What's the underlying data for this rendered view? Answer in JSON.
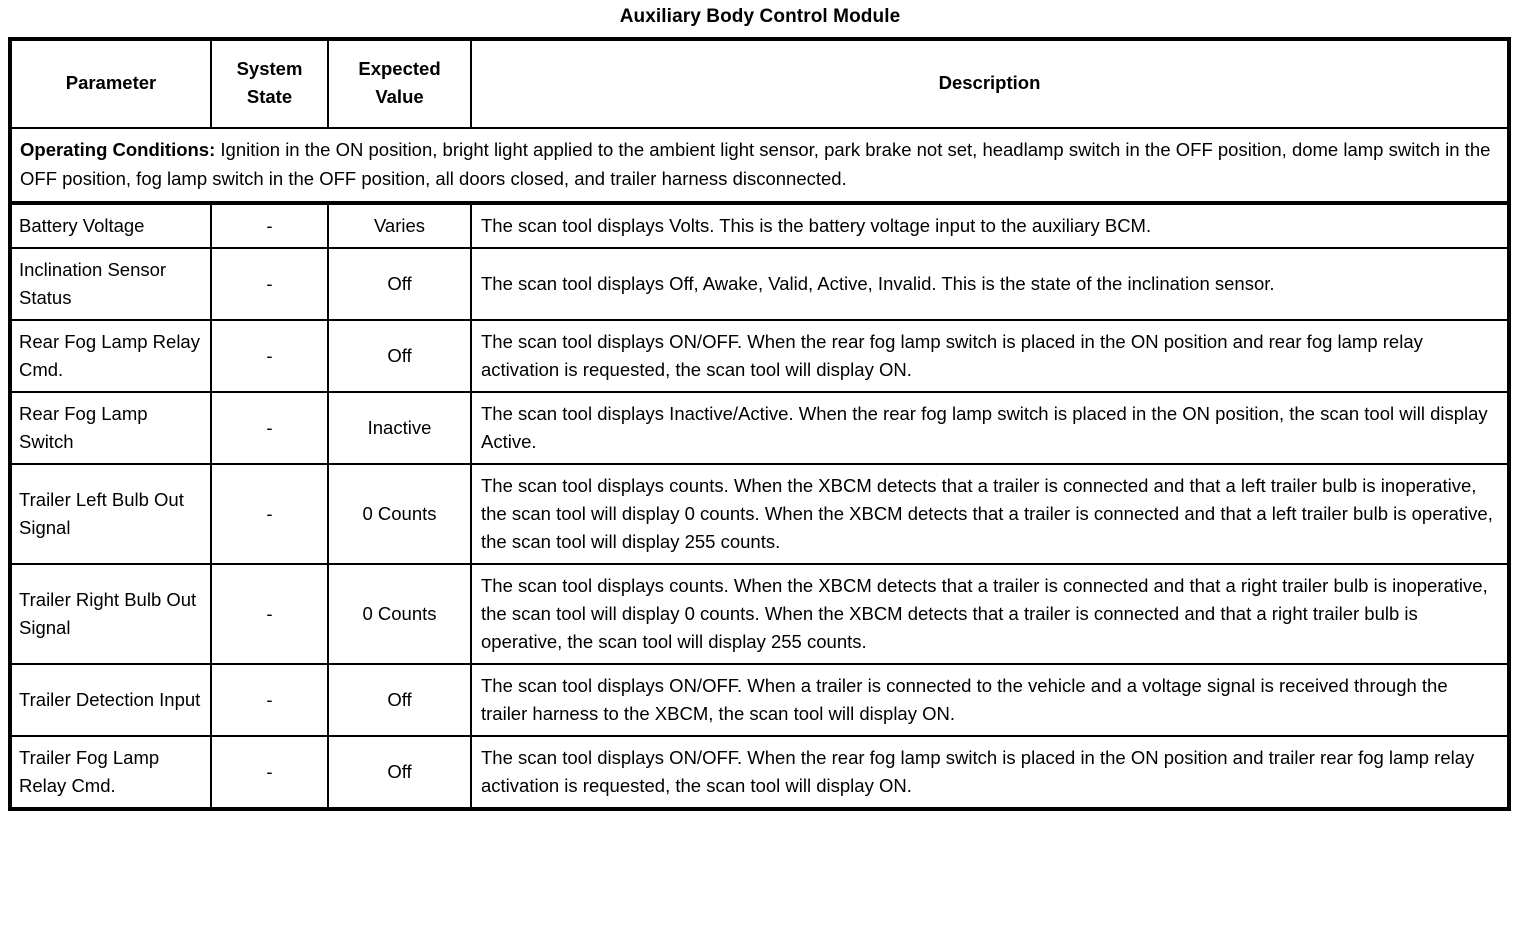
{
  "document": {
    "title": "Auxiliary Body Control Module"
  },
  "table": {
    "columns": [
      {
        "key": "parameter",
        "label": "Parameter"
      },
      {
        "key": "system_state",
        "label_line1": "System",
        "label_line2": "State"
      },
      {
        "key": "expected",
        "label_line1": "Expected",
        "label_line2": "Value"
      },
      {
        "key": "description",
        "label": "Description"
      }
    ],
    "operating_conditions": {
      "label": "Operating Conditions:",
      "text": " Ignition in the ON position, bright light applied to the ambient light sensor, park brake not set, headlamp switch in the OFF position, dome lamp switch in the OFF position, fog lamp switch in the OFF position, all doors closed, and trailer harness disconnected."
    },
    "rows": [
      {
        "parameter": "Battery Voltage",
        "system_state": "-",
        "expected_value": "Varies",
        "description": "The scan tool displays Volts. This is the battery voltage input to the auxiliary BCM."
      },
      {
        "parameter": "Inclination Sensor Status",
        "system_state": "-",
        "expected_value": "Off",
        "description": "The scan tool displays Off, Awake, Valid, Active, Invalid. This is the state of the inclination sensor."
      },
      {
        "parameter": "Rear Fog Lamp Relay Cmd.",
        "system_state": "-",
        "expected_value": "Off",
        "description": "The scan tool displays ON/OFF. When the rear fog lamp switch is placed in the ON position and rear fog lamp relay activation is requested, the scan tool will display ON."
      },
      {
        "parameter": "Rear Fog Lamp Switch",
        "system_state": "-",
        "expected_value": "Inactive",
        "description": "The scan tool displays Inactive/Active. When the rear fog lamp switch is placed in the ON position, the scan tool will display Active."
      },
      {
        "parameter": "Trailer Left Bulb Out Signal",
        "system_state": "-",
        "expected_value": "0 Counts",
        "description": "The scan tool displays counts. When the XBCM detects that a trailer is connected and that a left trailer bulb is inoperative, the scan tool will display 0 counts. When the XBCM detects that a trailer is connected and that a left trailer bulb is operative, the scan tool will display 255 counts."
      },
      {
        "parameter": "Trailer Right Bulb Out Signal",
        "system_state": "-",
        "expected_value": "0 Counts",
        "description": "The scan tool displays counts. When the XBCM detects that a trailer is connected and that a right trailer bulb is inoperative, the scan tool will display 0 counts. When the XBCM detects that a trailer is connected and that a right trailer bulb is operative, the scan tool will display 255 counts."
      },
      {
        "parameter": "Trailer Detection Input",
        "system_state": "-",
        "expected_value": "Off",
        "description": "The scan tool displays ON/OFF. When a trailer is connected to the vehicle and a voltage signal is received through the trailer harness to the XBCM, the scan tool will display ON."
      },
      {
        "parameter": "Trailer Fog Lamp Relay Cmd.",
        "system_state": "-",
        "expected_value": "Off",
        "description": "The scan tool displays ON/OFF. When the rear fog lamp switch is placed in the ON position and trailer rear fog lamp relay activation is requested, the scan tool will display ON."
      }
    ]
  }
}
